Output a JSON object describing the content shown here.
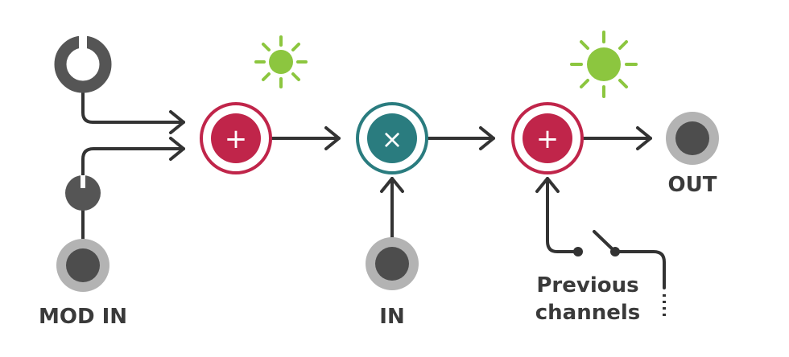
{
  "labels": {
    "mod_in": "MOD IN",
    "in": "IN",
    "out": "OUT",
    "previous_line1": "Previous",
    "previous_line2": "channels"
  },
  "operators": {
    "add": "+",
    "multiply": "×"
  },
  "colors": {
    "adder": "#c0254a",
    "multiplier": "#2a7c7f",
    "led_green": "#8cc63f",
    "jack_outer": "#b3b3b3",
    "jack_inner": "#4d4d4d",
    "knob": "#555555",
    "wire": "#333333",
    "text": "#3a3a3a"
  },
  "icons": [
    "knob-icon",
    "trim-knob-icon",
    "jack-icon",
    "led-icon",
    "switch-icon"
  ]
}
